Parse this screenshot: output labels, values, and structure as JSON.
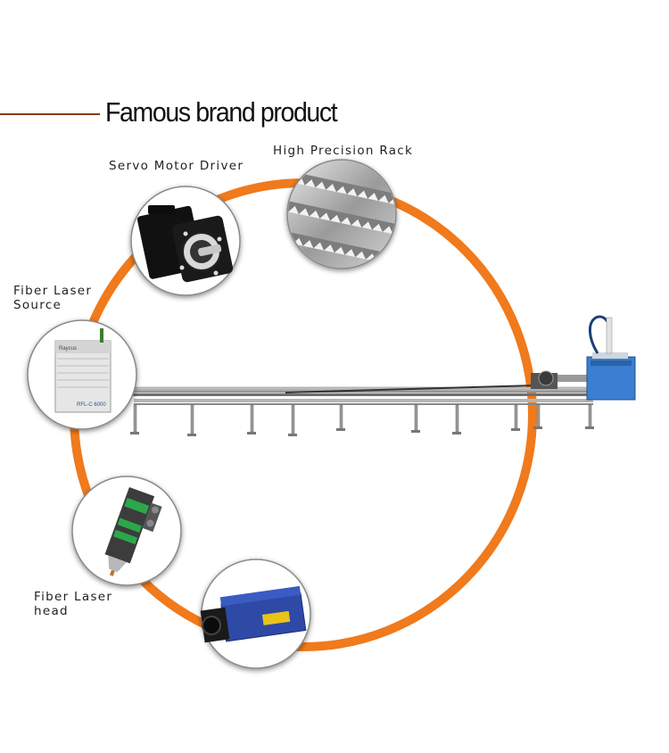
{
  "header": {
    "title": "Famous brand product"
  },
  "components": [
    {
      "label": "Servo Motor Driver",
      "icon": "servo-motor-image"
    },
    {
      "label": "High Precision Rack",
      "icon": "gear-rack-image"
    },
    {
      "label": "Fiber Laser\nSource",
      "icon": "laser-source-image",
      "brand": "Raycus",
      "model": "RFL-C 6000"
    },
    {
      "label": "Fiber Laser\nhead",
      "icon": "laser-head-image"
    },
    {
      "label": "",
      "icon": "laser-sensor-image"
    }
  ],
  "colors": {
    "ring": "#f07a1c",
    "accent_line": "#8a3a1a",
    "cabinet": "#3a7fd0"
  }
}
